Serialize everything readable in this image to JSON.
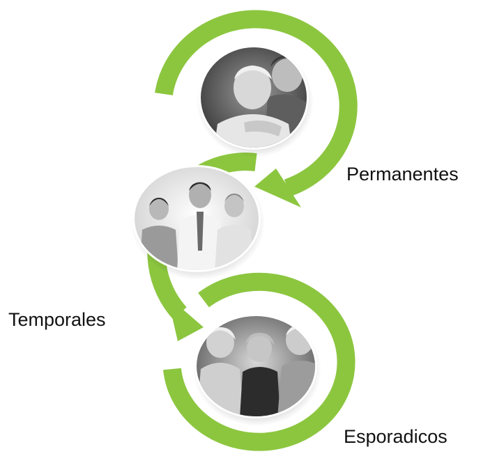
{
  "diagram": {
    "accent_color": "#8cc63f",
    "stages": [
      {
        "label": "Permanentes",
        "photo": "elderly-couple-embracing-photo"
      },
      {
        "label": "Temporales",
        "photo": "medical-team-thumbs-up-photo"
      },
      {
        "label": "Esporadicos",
        "photo": "family-with-elderly-parents-photo"
      }
    ]
  }
}
